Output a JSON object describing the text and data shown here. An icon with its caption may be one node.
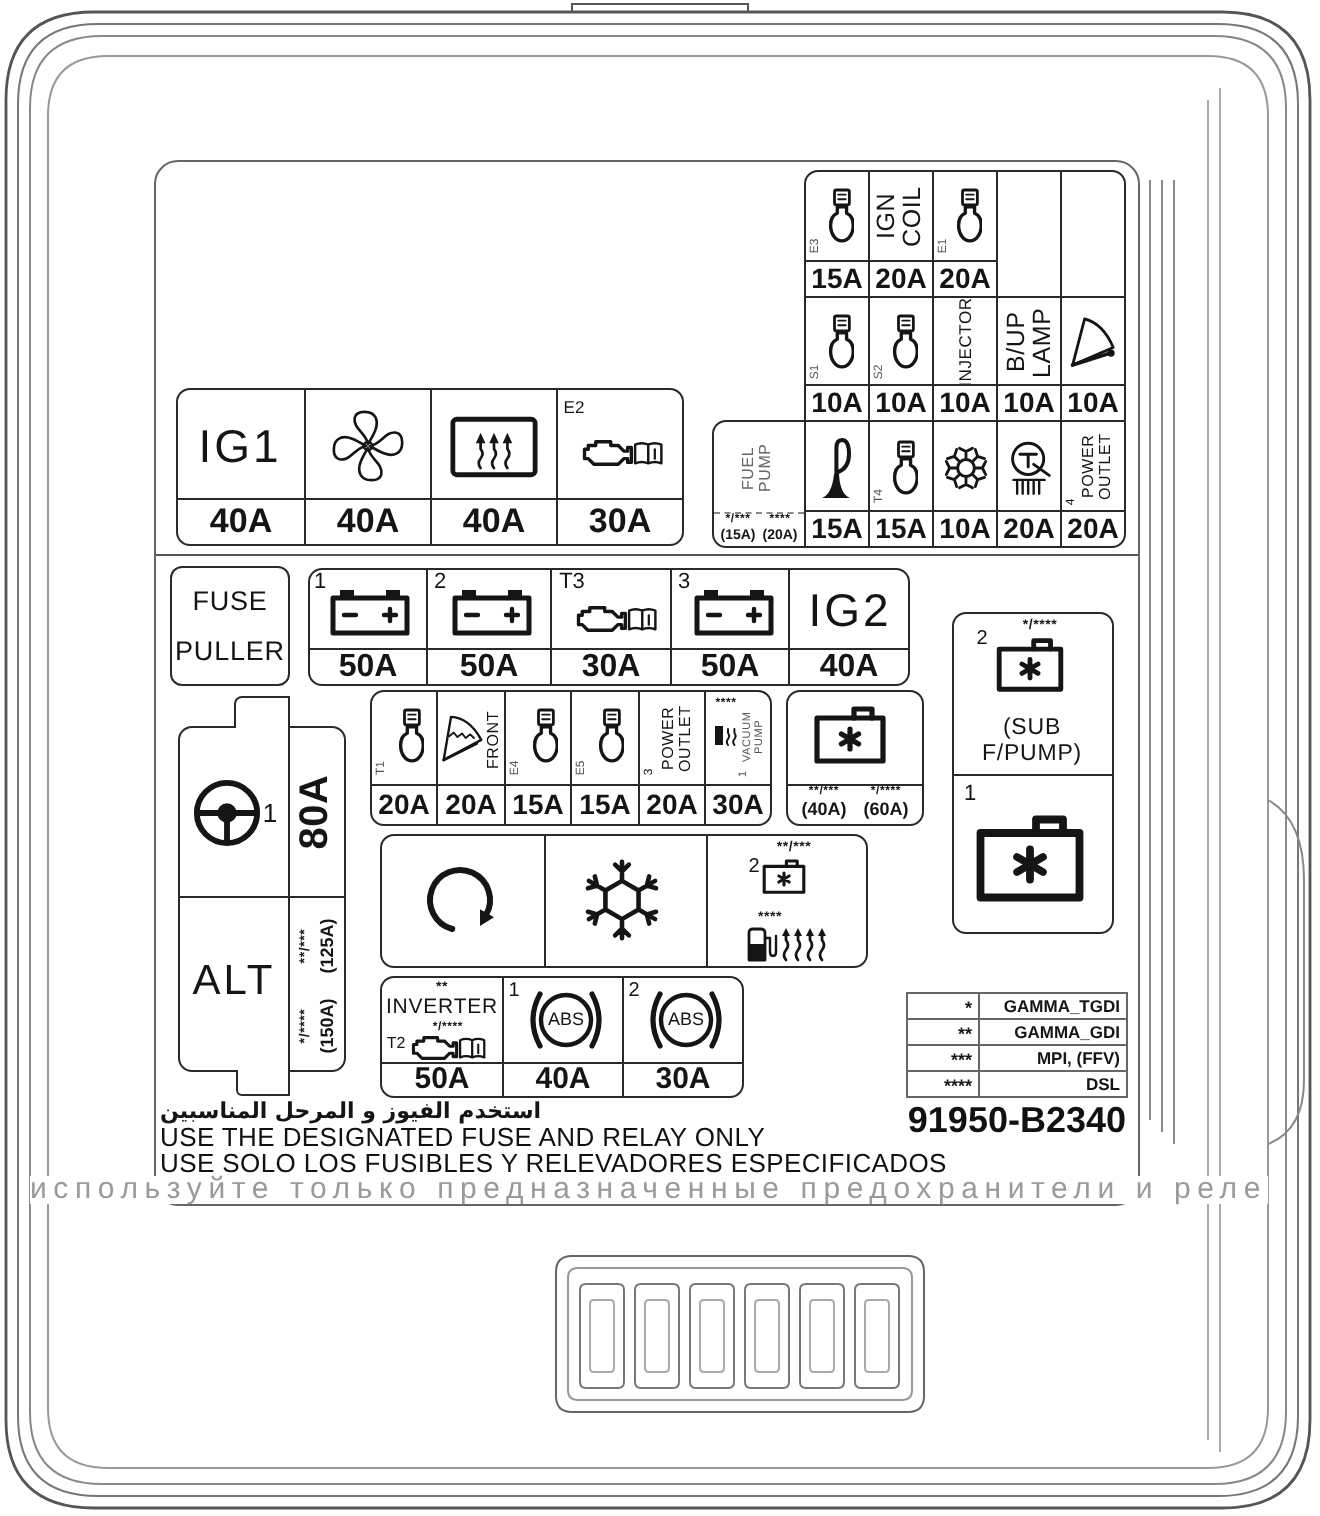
{
  "diagram": {
    "nodes": [
      {
        "text": [],
        "shape": "box"
      },
      {
        "text": [
          "E3",
          "15A"
        ],
        "in": 0
      },
      {
        "text": [
          "IGN COIL",
          "20A"
        ],
        "in": 0
      },
      {
        "text": [
          "E1",
          "20A"
        ],
        "in": 0
      },
      {
        "text": [],
        "shape": "box",
        "in": 0
      },
      {
        "text": [],
        "shape": "box",
        "in": 0
      },
      {
        "text": [
          "S1",
          "10A"
        ],
        "in": 0
      },
      {
        "text": [
          "S2",
          "10A"
        ],
        "in": 0
      },
      {
        "text": [
          "INJECTOR",
          "10A"
        ],
        "in": 0
      },
      {
        "text": [
          "B/UP LAMP",
          "10A"
        ],
        "in": 0
      },
      {
        "text": [
          "10A"
        ],
        "in": 0
      },
      {
        "text": [],
        "shape": "box"
      },
      {
        "text": [
          "IG1",
          "40A"
        ],
        "in": 11
      },
      {
        "text": [
          "40A"
        ],
        "in": 11
      },
      {
        "text": [
          "40A"
        ],
        "in": 11
      },
      {
        "text": [
          "E2",
          "30A"
        ],
        "in": 11
      },
      {
        "text": [
          "FUEL PUMP",
          "*/***",
          "(15A)",
          "****",
          "(20A)"
        ]
      },
      {
        "text": [
          "15A"
        ],
        "in": 0
      },
      {
        "text": [
          "T4",
          "15A"
        ],
        "in": 0
      },
      {
        "text": [
          "10A"
        ],
        "in": 0
      },
      {
        "text": [
          "20A"
        ],
        "in": 0
      },
      {
        "text": [
          "4",
          "POWER OUTLET",
          "20A"
        ],
        "in": 0
      },
      {
        "text": [
          "FUSE PULLER"
        ]
      },
      {
        "text": [],
        "shape": "box"
      },
      {
        "text": [
          "1",
          "50A"
        ],
        "in": 23
      },
      {
        "text": [
          "2",
          "50A"
        ],
        "in": 23
      },
      {
        "text": [
          "T3",
          "30A"
        ],
        "in": 23
      },
      {
        "text": [
          "3",
          "50A"
        ],
        "in": 23
      },
      {
        "text": [
          "IG2",
          "40A"
        ],
        "in": 23
      },
      {
        "text": [],
        "shape": "box"
      },
      {
        "text": [
          "*/****",
          "2",
          "(SUB F/PUMP)"
        ],
        "in": 29
      },
      {
        "text": [
          "1"
        ],
        "in": 29
      },
      {
        "text": [],
        "shape": "box"
      },
      {
        "text": [
          "1"
        ],
        "in": 32
      },
      {
        "text": [
          "80A"
        ],
        "in": 32
      },
      {
        "text": [
          "ALT"
        ],
        "in": 32
      },
      {
        "text": [
          "*/****",
          "(150A)",
          "**/***",
          "(125A)"
        ],
        "in": 32
      },
      {
        "text": [],
        "shape": "box"
      },
      {
        "text": [
          "T1",
          "20A"
        ],
        "in": 37
      },
      {
        "text": [
          "FRONT",
          "20A"
        ],
        "in": 37
      },
      {
        "text": [
          "E4",
          "15A"
        ],
        "in": 37
      },
      {
        "text": [
          "E5",
          "15A"
        ],
        "in": 37
      },
      {
        "text": [
          "3",
          "POWER OUTLET",
          "20A"
        ],
        "in": 37
      },
      {
        "text": [
          "****",
          "1",
          "VACUUM PUMP",
          "30A"
        ],
        "in": 37
      },
      {
        "text": [
          "**/***",
          "(40A)",
          "*/****",
          "(60A)"
        ]
      },
      {
        "text": [],
        "shape": "box"
      },
      {
        "text": [],
        "shape": "box",
        "in": 45
      },
      {
        "text": [],
        "shape": "box",
        "in": 45
      },
      {
        "text": [
          "**/***",
          "2",
          "****"
        ],
        "in": 45
      },
      {
        "text": [],
        "shape": "box"
      },
      {
        "text": [
          "**",
          "INVERTER",
          "*/****",
          "T2",
          "50A"
        ],
        "in": 49
      },
      {
        "text": [
          "1",
          "ABS",
          "40A"
        ],
        "in": 49
      },
      {
        "text": [
          "2",
          "ABS",
          "30A"
        ],
        "in": 49
      }
    ],
    "labels": [
      "*",
      "GAMMA_TGDI",
      "**",
      "GAMMA_GDI",
      "***",
      "MPI, (FFV)",
      "****",
      "DSL",
      "استخدم الفيوز و المرحل المناسبين",
      "USE THE DESIGNATED FUSE AND RELAY ONLY",
      "91950-B2340",
      "USE SOLO LOS FUSIBLES Y RELEVADORES ESPECIFICADOS",
      "используйте только предназначенные предохранители и реле"
    ]
  }
}
